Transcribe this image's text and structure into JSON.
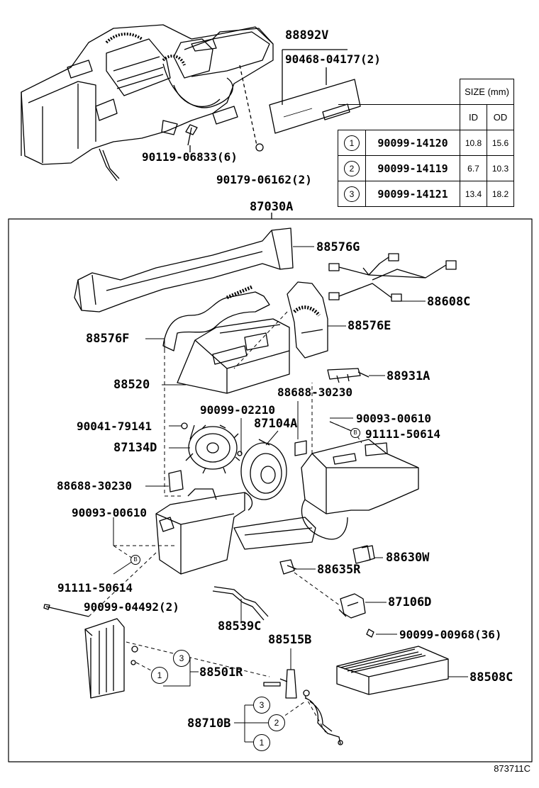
{
  "labels": {
    "p88892V": "88892V",
    "p90468": "90468-04177(2)",
    "p90119": "90119-06833(6)",
    "p90179": "90179-06162(2)",
    "p87030A": "87030A",
    "p88576G": "88576G",
    "p88608C": "88608C",
    "p88576E": "88576E",
    "p88576F": "88576F",
    "p88520": "88520",
    "p88931A": "88931A",
    "p88688a": "88688-30230",
    "p90099_02210": "90099-02210",
    "p90093a": "90093-00610",
    "p90041": "90041-79141",
    "p87104A": "87104A",
    "p91111a": "91111-50614",
    "p87134D": "87134D",
    "p88688b": "88688-30230",
    "p90093b": "90093-00610",
    "p88630W": "88630W",
    "p88635R": "88635R",
    "p91111b": "91111-50614",
    "p87106D": "87106D",
    "p90099_04492": "90099-04492(2)",
    "p88539C": "88539C",
    "p90099_00968": "90099-00968(36)",
    "p88515B": "88515B",
    "p88501R": "88501R",
    "p88508C": "88508C",
    "p88710B": "88710B"
  },
  "size_table": {
    "header": "SIZE (mm)",
    "col_id": "ID",
    "col_od": "OD",
    "rows": [
      {
        "ref": "1",
        "part": "90099-14120",
        "id": "10.8",
        "od": "15.6"
      },
      {
        "ref": "2",
        "part": "90099-14119",
        "id": "6.7",
        "od": "10.3"
      },
      {
        "ref": "3",
        "part": "90099-14121",
        "id": "13.4",
        "od": "18.2"
      }
    ]
  },
  "refs": {
    "r1": "1",
    "r2": "2",
    "r3": "3",
    "b": "B"
  },
  "footer_code": "873711C"
}
